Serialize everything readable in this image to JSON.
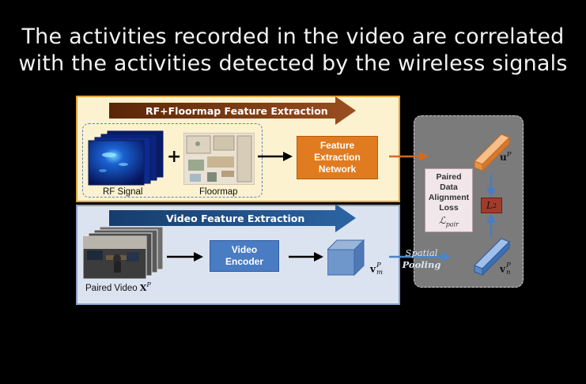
{
  "slide": {
    "title_line1": "The activities recorded in the video are correlated",
    "title_line2": "with the activities detected by the wireless signals"
  },
  "rf_branch": {
    "banner": "RF+Floormap Feature Extraction",
    "rf_signal_label": "RF Signal",
    "plus_sign": "+",
    "floormap_label": "Floormap",
    "network_line1": "Feature",
    "network_line2": "Extraction",
    "network_line3": "Network"
  },
  "video_branch": {
    "banner": "Video Feature Extraction",
    "paired_video_label": "Paired Video",
    "paired_video_symbol": "X",
    "paired_video_sup": "P",
    "encoder_line1": "Video",
    "encoder_line2": "Encoder",
    "feature_symbol": "v",
    "feature_sup": "P",
    "feature_sub": "m",
    "pooling_line1": "Spatial",
    "pooling_line2": "Pooling"
  },
  "alignment": {
    "box_line1": "Paired",
    "box_line2": "Data",
    "box_line3": "Alignment",
    "box_line4": "Loss",
    "loss_symbol": "ℒ",
    "loss_sub": "pair",
    "l2_symbol": "L",
    "l2_sub": "2",
    "u_symbol": "u",
    "u_sup": "P",
    "vn_symbol": "v",
    "vn_sup": "P",
    "vn_sub": "n"
  },
  "colors": {
    "rf_panel": "#fdf2d0",
    "video_panel": "#dbe3f1",
    "network_box": "#e07b1f",
    "encoder_box": "#4a7cc3",
    "rf_banner": "#7a3a16",
    "video_banner": "#1f4f85",
    "alignment_panel": "#7b7b7b",
    "l2_box": "#a33b2b"
  }
}
